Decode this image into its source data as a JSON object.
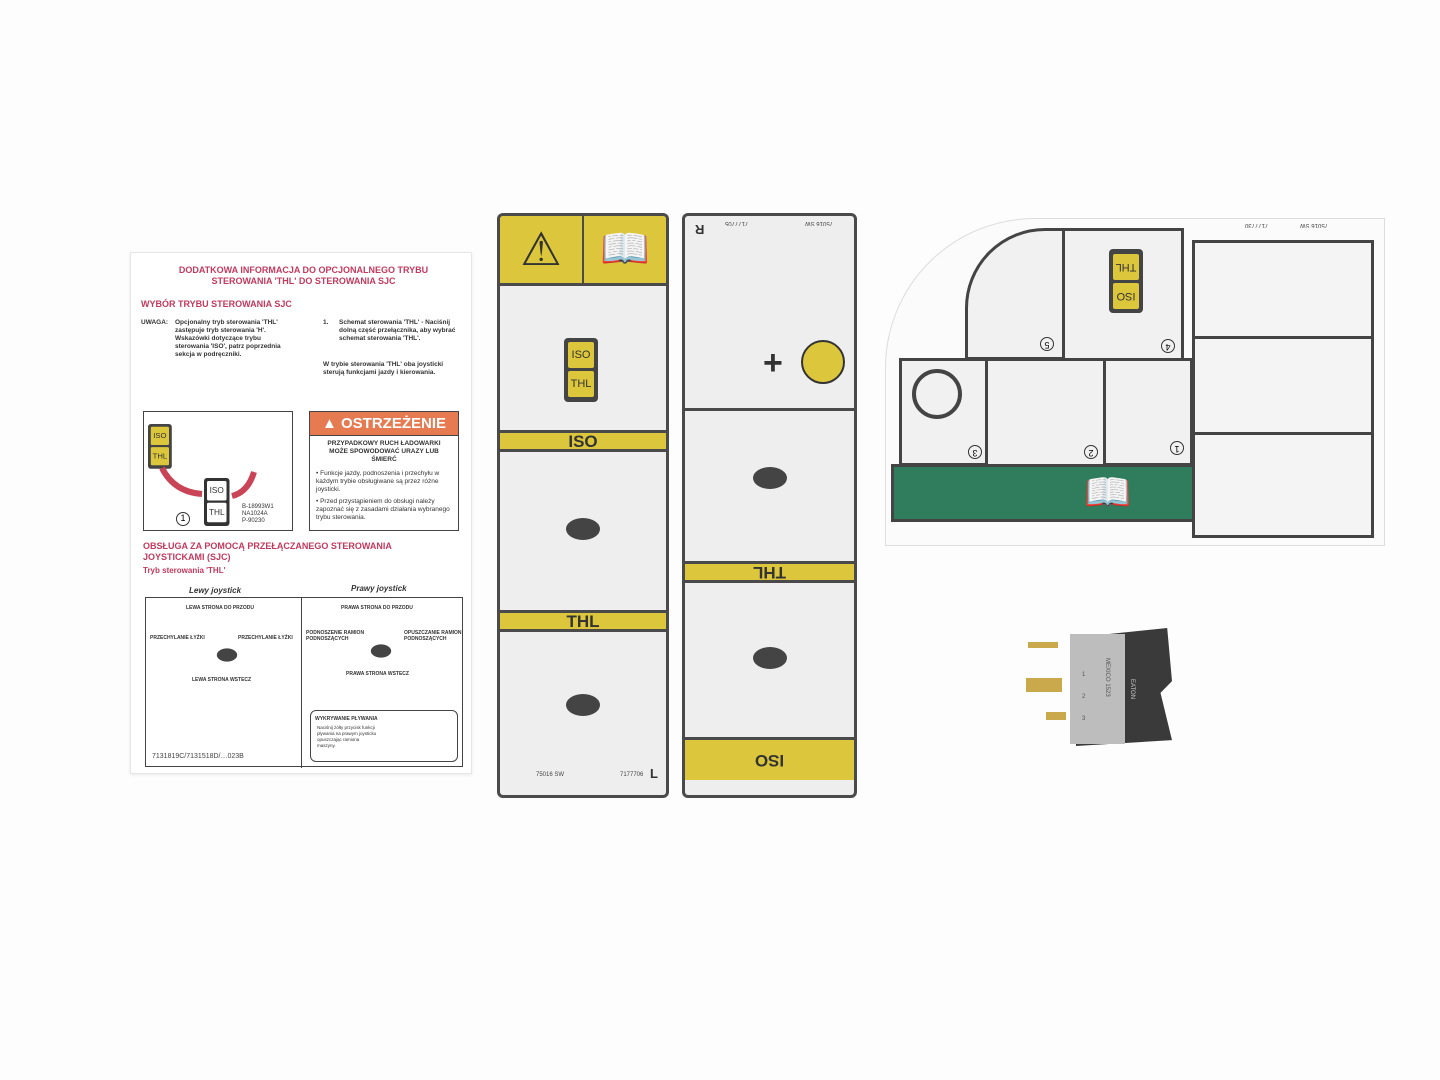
{
  "left_sheet": {
    "title": "DODATKOWA INFORMACJA DO OPCJONALNEGO TRYBU STEROWANIA 'THL' DO STEROWANIA SJC",
    "section1": "WYBÓR TRYBU STEROWANIA SJC",
    "note_label": "UWAGA:",
    "note": "Opcjonalny tryb sterowania 'THL' zastępuje tryb sterowania 'H'. Wskazówki dotyczące trybu sterowania 'ISO', patrz poprzednia sekcja w podręczniki.",
    "step_num": "1.",
    "step": "Schemat sterowania 'THL' - Naciśnij dolną część przełącznika, aby wybrać schemat sterowania 'THL'.",
    "thl_info": "W trybie sterowania 'THL' oba joysticki sterują funkcjami jazdy i kierowania.",
    "switch_iso": "ISO",
    "switch_thl": "THL",
    "callout": "1",
    "part_codes": [
      "B-18993W1",
      "NA1024A",
      "P-90230"
    ],
    "warning": {
      "header": "OSTRZEŻENIE",
      "subhead": "PRZYPADKOWY RUCH ŁADOWARKI MOŻE SPOWODOWAĆ URAZY LUB ŚMIERĆ",
      "bullets": [
        "Funkcje jazdy, podnoszenia i przechyłu w każdym trybie obsługiwane są przez różne joysticki.",
        "Przed przystąpieniem do obsługi należy zapoznać się z zasadami działania wybranego trybu sterowania."
      ]
    },
    "section2": "OBSŁUGA ZA POMOCĄ PRZEŁĄCZANEGO STEROWANIA JOYSTICKAMI (SJC)",
    "section2_sub": "Tryb sterowania 'THL'",
    "left_joy": {
      "title": "Lewy joystick",
      "forward": "LEWA STRONA DO PRZODU",
      "tilt_l": "PRZECHYLANIE ŁYŻKI",
      "tilt_r": "PRZECHYLANIE ŁYŻKI",
      "reverse": "LEWA STRONA WSTECZ"
    },
    "right_joy": {
      "title": "Prawy joystick",
      "forward": "PRAWA STRONA DO PRZODU",
      "raise": "PODNOSZENIE RAMION PODNOSZĄCYCH",
      "lower": "OPUSZCZANIE RAMION PODNOSZĄCYCH",
      "reverse": "PRAWA STRONA WSTECZ"
    },
    "float": {
      "title": "WYKRYWANIE PŁYWANIA",
      "text": "Naciśnij żółty przycisk funkcji pływania na prawym joysticku opuszczając ramiona maszyny."
    },
    "footer": "7131819C/7131518D/…023B"
  },
  "strip_left": {
    "iso": "ISO",
    "thl": "THL",
    "band1": "ISO",
    "band2": "THL",
    "code1": "75016 SW",
    "code2": "7177706",
    "side": "L"
  },
  "strip_right": {
    "side": "R",
    "code1": "7177705",
    "code2": "75016 SW",
    "band1": "THL",
    "band2": "ISO"
  },
  "decal": {
    "code1": "75016 SW",
    "code2": "7177730",
    "iso": "ISO",
    "thl": "THL",
    "steps": [
      "5",
      "4",
      "3",
      "2",
      "1"
    ]
  },
  "switch": {
    "markings": [
      "MEXICO",
      "1523",
      "1",
      "2",
      "3",
      "EATON"
    ]
  },
  "colors": {
    "yellow": "#dcc73c",
    "green": "#2f7d5c",
    "red": "#c23a5e",
    "orange": "#e67a50"
  }
}
